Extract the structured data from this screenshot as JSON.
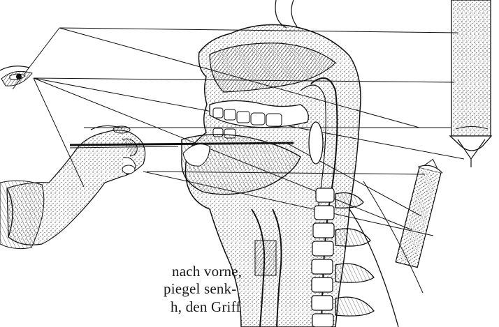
{
  "figure": {
    "caption_fragments": [
      "nach vorne,",
      "piegel senk-",
      "h, den Griff"
    ],
    "icons": {
      "eye": "eye-icon",
      "hand": "hand-with-laryngeal-mirror-icon",
      "head": "sagittal-head-section-icon",
      "larynx_image": "mirror-image-larynx-icon"
    }
  }
}
